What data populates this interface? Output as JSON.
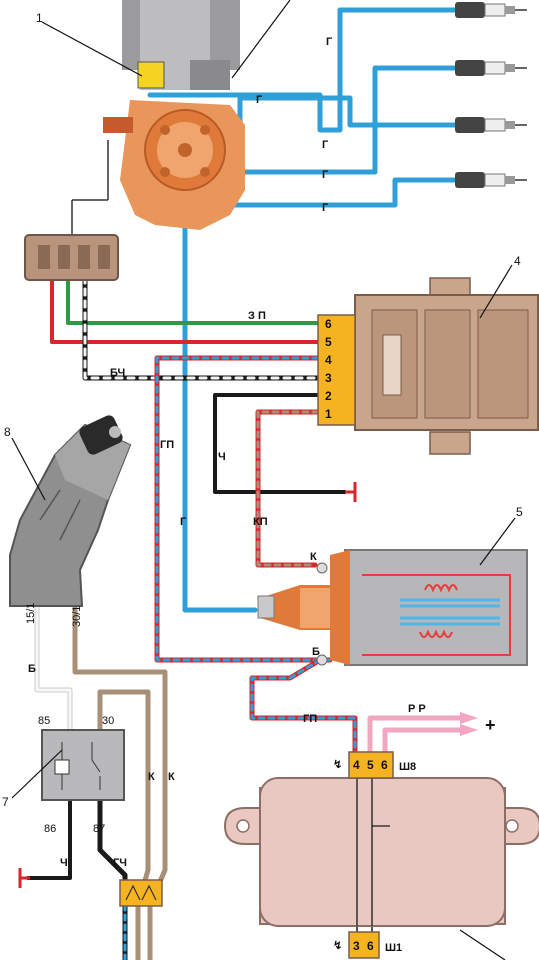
{
  "colors": {
    "blue_wire": "#2f9fd8",
    "red_wire": "#d9262b",
    "green_wire": "#2e9a46",
    "black_wire": "#1a1a1a",
    "brown_wire": "#a89078",
    "white_wire": "#f4f4f4",
    "pink_wire": "#f2a6c2",
    "unit_body": "#c9a58b",
    "unit_dark": "#9c7a62",
    "connector_orange": "#f5b322",
    "distributor_orange": "#e07a3a",
    "coil_body": "#b7b7b9",
    "coil_wire": "#e83b3b",
    "coil_core": "#4db6ea",
    "switch_body": "#8f8f8f",
    "relay_body": "#b9b9bb"
  },
  "callouts": {
    "n1": "1",
    "n4": "4",
    "n5": "5",
    "n7": "7",
    "n8": "8"
  },
  "wire_labels": {
    "g1": "Г",
    "g2": "Г",
    "g3": "Г",
    "g4": "Г",
    "g5": "Г",
    "g6": "Г",
    "zp": "З П",
    "bch": "БЧ",
    "gp": "ГП",
    "gp2": "ГП",
    "ch1": "Ч",
    "kp": "КП",
    "k1": "К",
    "k2": "К",
    "k3": "К",
    "b1": "Б",
    "b2": "Б",
    "ch2": "Ч",
    "gch": "ГЧ",
    "rr": "Р Р",
    "plus": "+"
  },
  "switchboard_pins": [
    "6",
    "5",
    "4",
    "3",
    "2",
    "1"
  ],
  "coil_terminals": {
    "k": "К",
    "b": "Б"
  },
  "ignition_terminals": {
    "t15": "15/1",
    "t30": "30/1"
  },
  "relay_terminals": {
    "t85": "85",
    "t30": "30",
    "t86": "86",
    "t87": "87"
  },
  "regulator_connectors": {
    "top": {
      "pin_a": "4",
      "pin_b": "5",
      "pin_c": "6",
      "label": "Ш8"
    },
    "bottom": {
      "pin_a": "3",
      "pin_b": "6",
      "label": "Ш1"
    }
  },
  "icons": [
    "spark-plug-icon",
    "ground-icon",
    "ignition-key-icon",
    "fuse-icon"
  ]
}
